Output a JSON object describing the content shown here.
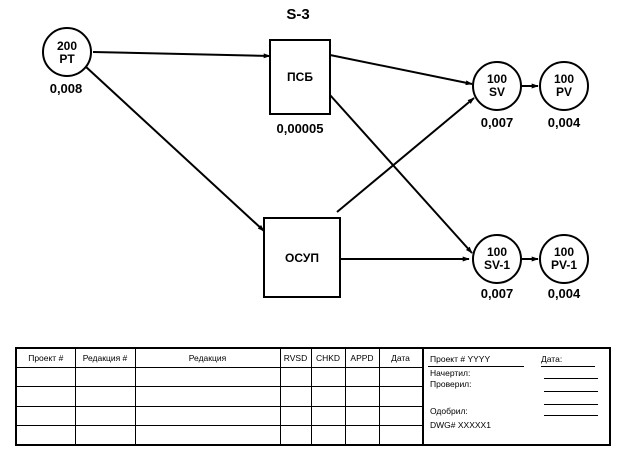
{
  "title": "S-3",
  "nodes": {
    "pt200": {
      "num": "200",
      "tag": "PT",
      "value": "0,008"
    },
    "psb": {
      "label": "ПСБ",
      "value": "0,00005"
    },
    "osup": {
      "label": "ОСУП"
    },
    "sv100": {
      "num": "100",
      "tag": "SV",
      "value": "0,007"
    },
    "pv100": {
      "num": "100",
      "tag": "PV",
      "value": "0,004"
    },
    "sv1": {
      "num": "100",
      "tag": "SV-1",
      "value": "0,007"
    },
    "pv1": {
      "num": "100",
      "tag": "PV-1",
      "value": "0,004"
    }
  },
  "title_block": {
    "headers": [
      "Проект #",
      "Редакция #",
      "Редакция",
      "RVSD",
      "CHKD",
      "APPD",
      "Дата"
    ],
    "rows": [
      [
        "",
        "",
        "",
        "",
        "",
        "",
        ""
      ],
      [
        "",
        "",
        "",
        "",
        "",
        "",
        ""
      ],
      [
        "",
        "",
        "",
        "",
        "",
        "",
        ""
      ],
      [
        "",
        "",
        "",
        "",
        "",
        "",
        ""
      ]
    ],
    "project_label": "Проект # YYYY",
    "date_label": "Дата:",
    "drawn_label": "Начертил:",
    "checked_label": "Проверил:",
    "approved_label": "Одобрил:",
    "dwg_label": "DWG# XXXXX1"
  }
}
